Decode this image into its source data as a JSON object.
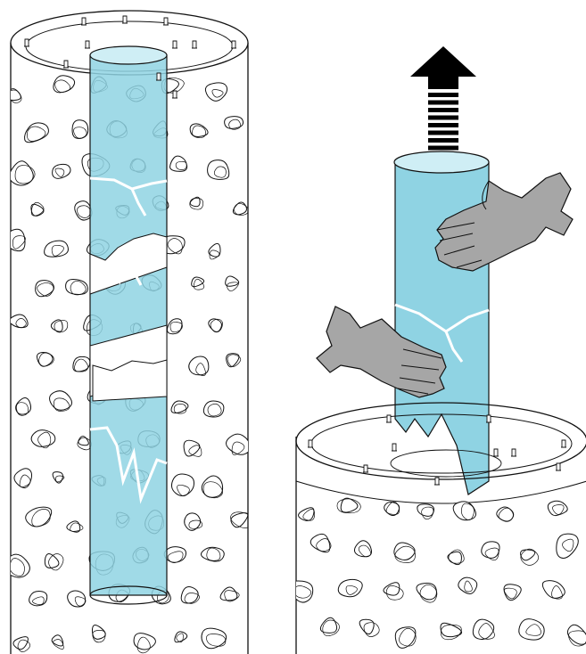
{
  "figure": {
    "text": "",
    "colors": {
      "glass": "#8fd3e3",
      "glass_top": "#cfeef5",
      "crack": "#ffffff",
      "glove": "#a6a6a6",
      "arrow": "#000000",
      "outline": "#111111",
      "background": "#ffffff"
    },
    "panels": [
      {
        "id": "installed",
        "shows": [
          "perforated-cylinder-shade",
          "glass-tube-inside",
          "mounting-pins"
        ]
      },
      {
        "id": "removal",
        "shows": [
          "glass-tube",
          "left-glove-hand",
          "right-glove-hand",
          "lift-up-arrow",
          "shade-base"
        ]
      }
    ],
    "icons": [
      "up-arrow-icon",
      "glove-hand-icon"
    ]
  }
}
